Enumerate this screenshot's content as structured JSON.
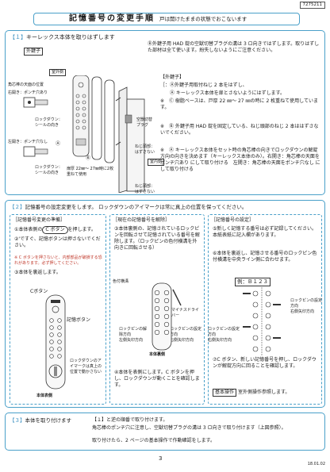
{
  "doc_number": "7275211",
  "title": {
    "main": "記憶番号の変更手順",
    "sub": "戸は開けたままの状態でおこないます"
  },
  "section1": {
    "num": "【１】",
    "heading": "キーレックス本体を取りはずします",
    "outer_label": "外鍵子",
    "room_outside": "室外側",
    "room_inside": "室内側",
    "case_title": "角芯棒の天面の位置",
    "right_open": "右開き：ポンチ穴あり",
    "left_open": "左開き：ポンチ穴なし",
    "lock_seal1": "ロックダウン：シールの向き",
    "lock_seal2": "ロックダウン：シールの向き",
    "door_thickness": "扉厚 22㎜〜 27㎜時に2枚重ねて使用",
    "fixing_plug": "空獣切替プラグ",
    "screw_a1": "ねじ頭部：はずさない",
    "screw_a2": "ねじ頭部：はずさない",
    "letter_a": "Ⓐ",
    "letter_b": "Ⓑ",
    "step_b": "Ⓑ外鍵子用 HAD 錠の空獣切替プラグの溝は 3 ロ向きではずします。取りはずした部材は全て使います。紛失しないようにご注意ください。",
    "outer_head": "【外鍵子】",
    "note1": "［：Ⓐ外鍵子用取付ねじ 2 本をはずし、",
    "note1b": "Ⓐ キーレックス本体を扉とさないようにはずします。",
    "note2": "※　Ⓒ 樹脂ベースは、戸厚 22 ㎜〜 27 ㎜の時に 2 枚重ねて使用しています。",
    "note3": "※　Ⓑ 外鍵子用 HAD 錠を固定している、ねじ頭部のねじ 2 本ははずさないでください。",
    "note4": "※　Ⓐ キーレックス本体をセット時の角芯棒の向きでロックダウンの解錠方向の向きを決めます（キーレックス本体のみ）。右開き：角芯棒の天面をポンチ穴あり にして取り付ける　左開き：角芯棒の天面をポンチ穴なし にして取り付ける"
  },
  "section2": {
    "num": "【２】",
    "heading": "記憶番号の設定変更をします。",
    "sub_note": "ロックダウンのアイマークは常に真上の位置を保ってください。",
    "col1": {
      "head": "［記憶番号変更の準備］",
      "s1a": "①本体表側の",
      "s1btn": "C ボタン",
      "s1b": "を押します。",
      "s2": "②'ですぐ、記憶ボタンは押さないでください。",
      "warn": "※ C ボタンを押さないと、内部部品が破損する恐れがあります。必ず押してください。",
      "s3": "③本体を裏返します。",
      "c_button": "Cボタン",
      "mem_button": "記憶ボタン",
      "lockdown_note": "ロックダウンのアイマークは真上の位置で動かさない",
      "front_label": "本体表側"
    },
    "col2": {
      "head": "［現在の記憶番号を解除］",
      "s4": "③本体裏側の、記憶されているロックピンを回転させて記憶されている番号を解除します。（ロックピンの色付横溝を外向きに回転させる）",
      "colored": "色付横溝",
      "minus": "マイナスドライバー",
      "pin1": "ロックピンの解除方向",
      "pin1b": "左側矢印方向",
      "pin2": "ロックピンの設定方向",
      "pin2b": "右側矢印方向",
      "back_label": "本体裏側",
      "s5": "④本体を表側にします。C ボタンを押し、ロックダウンが動くことを確認します。"
    },
    "col3": {
      "head": "［記憶番号の設定］",
      "s6": "⑤新しく記憶する番号は必ず記録してください。本紙表紙に記入欄があります。",
      "s7": "⑥本体を裏返し、記憶させる番号のロックピン色付横溝を中央ライン側に合わせます。",
      "example": "例：Ｂ１２３",
      "pin_set": "ロックピンの設定方向",
      "pin_set_b": "右側矢印方向",
      "pin_set2": "ロックピンの設定方向",
      "pin_set2_b": "右側矢印方向",
      "s8": "⑦C ボタン、新しい記憶番号を押し、ロックダウンが解錠方向に回ることを確認します。",
      "basic": "基本操作",
      "basic_tail": "室外側操作参照します。"
    }
  },
  "section3": {
    "num": "【３】",
    "heading": "本体を取り付けます",
    "step_ref": "【１】と逆の順番で取り付けます。",
    "line2": "角芯棒のポンチ穴に注意し、空獣切替プラグの溝は 3 ロ向きで取り付けます（上図参照）。",
    "line3": "取り付けたら、2 ページの基本操作で作動確認をします。"
  },
  "page_number": "3",
  "version": "18.01.02"
}
